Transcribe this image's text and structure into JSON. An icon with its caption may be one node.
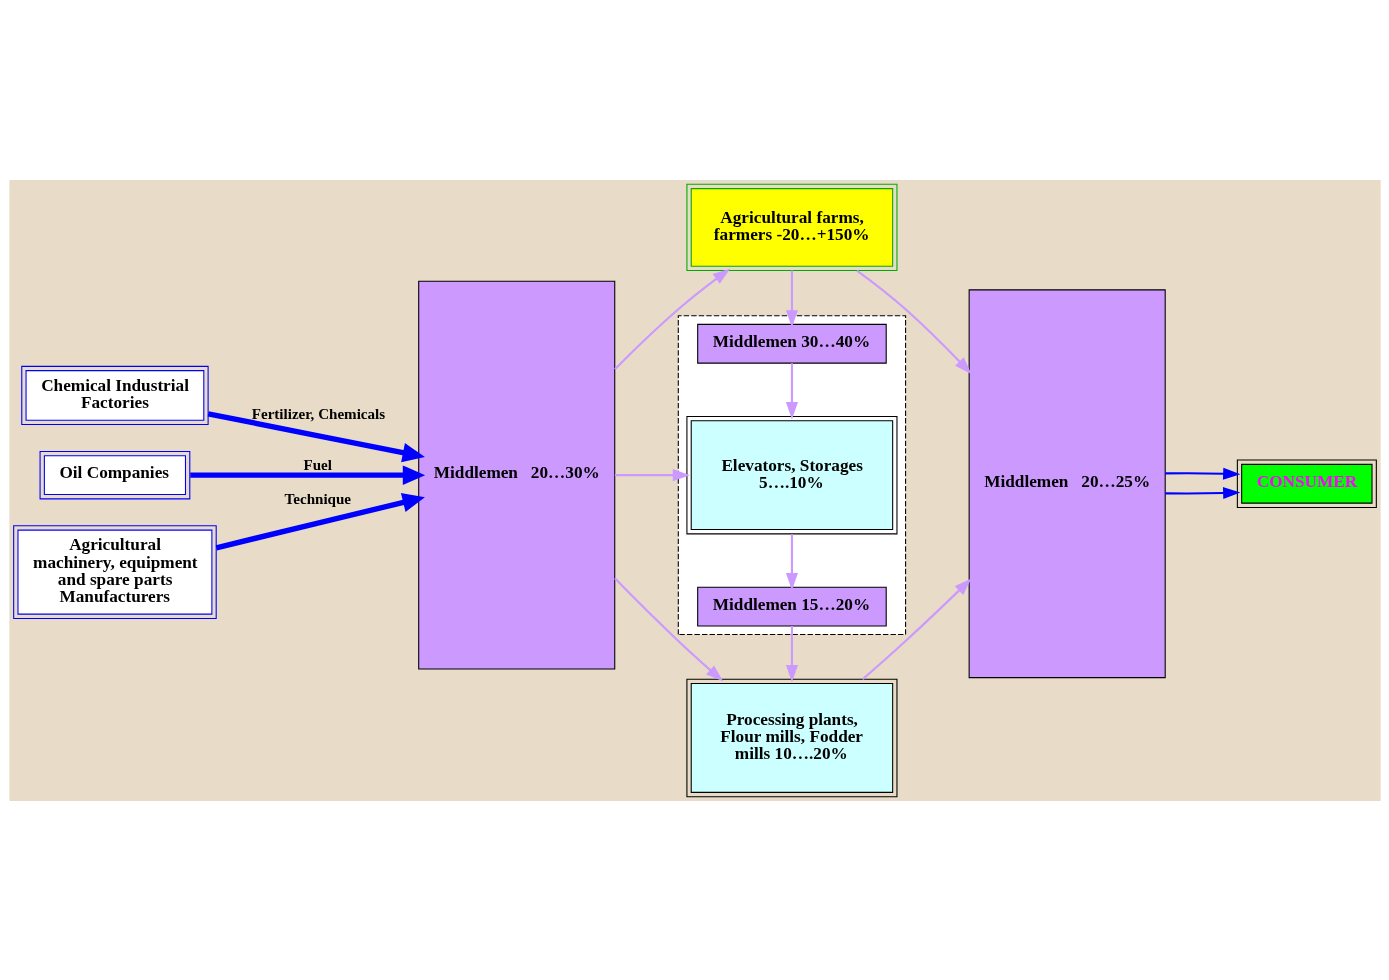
{
  "diagram": {
    "nodes": [
      {
        "text": [
          "Chemical Industrial Factories"
        ]
      },
      {
        "text": [
          "Oil Companies"
        ]
      },
      {
        "text": [
          "Agricultural machinery, equipment and spare parts Manufacturers"
        ]
      },
      {
        "text": [
          "Middlemen   20…30%"
        ]
      },
      {
        "text": [
          "Agricultural farms, farmers -20…+150%"
        ]
      },
      {
        "text": [],
        "shape": "box"
      },
      {
        "text": [
          "Middlemen 30…40%"
        ],
        "in": 5
      },
      {
        "text": [
          "Elevators, Storages 5….10%"
        ],
        "in": 5
      },
      {
        "text": [
          "Middlemen 15…20%"
        ],
        "in": 5
      },
      {
        "text": [
          "Processing plants, Flour mills, Fodder mills 10….20%"
        ]
      },
      {
        "text": [
          "Middlemen   20…25%"
        ]
      },
      {
        "text": [
          "CONSUMER"
        ]
      }
    ],
    "edges": [
      {
        "from": 0,
        "to": 3,
        "arrow": "to",
        "label": "Fertilizer, Chemicals",
        "style": "thick",
        "color": "#0000ff"
      },
      {
        "from": 1,
        "to": 3,
        "arrow": "to",
        "label": "Fuel",
        "style": "thick",
        "color": "#0000ff"
      },
      {
        "from": 2,
        "to": 3,
        "arrow": "to",
        "label": "Technique",
        "style": "thick",
        "color": "#0000ff"
      },
      {
        "from": 3,
        "to": 4,
        "arrow": "to"
      },
      {
        "from": 3,
        "to": 7,
        "arrow": "to"
      },
      {
        "from": 3,
        "to": 9,
        "arrow": "to"
      },
      {
        "from": 4,
        "to": 6,
        "arrow": "to"
      },
      {
        "from": 6,
        "to": 7,
        "arrow": "to"
      },
      {
        "from": 7,
        "to": 8,
        "arrow": "to"
      },
      {
        "from": 8,
        "to": 9,
        "arrow": "to"
      },
      {
        "from": 4,
        "to": 10,
        "arrow": "to"
      },
      {
        "from": 9,
        "to": 10,
        "arrow": "to"
      },
      {
        "from": 10,
        "to": 11,
        "arrow": "to",
        "color": "#0000ff"
      },
      {
        "from": 10,
        "to": 11,
        "arrow": "to",
        "color": "#0000ff"
      }
    ]
  }
}
